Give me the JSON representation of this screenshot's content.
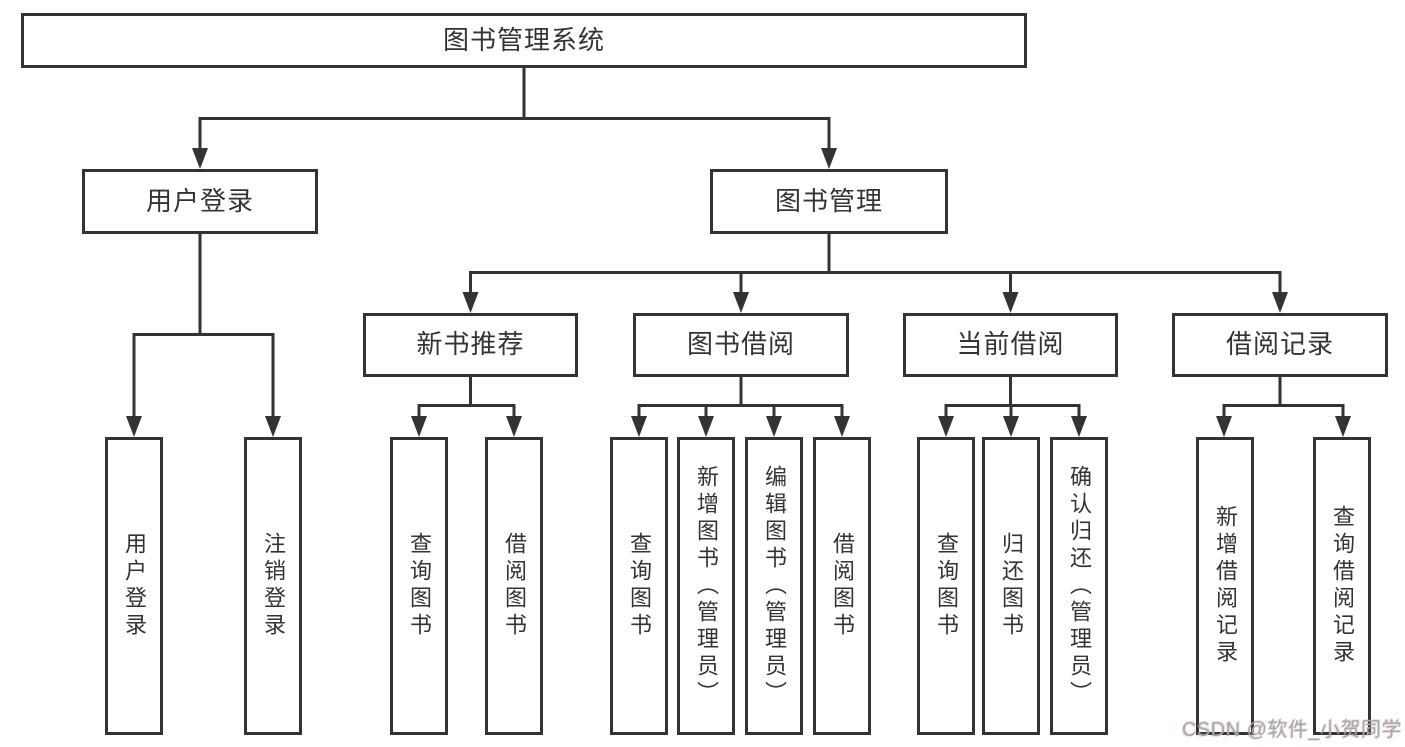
{
  "diagram_type": "hierarchy-tree",
  "colors": {
    "line": "#333333",
    "background": "#ffffff",
    "watermark_text": "#a8a8a8"
  },
  "tree": {
    "root": {
      "label": "图书管理系统",
      "children": [
        {
          "label": "用户登录",
          "children": [
            {
              "label": "用户登录"
            },
            {
              "label": "注销登录"
            }
          ]
        },
        {
          "label": "图书管理",
          "children": [
            {
              "label": "新书推荐",
              "children": [
                {
                  "label": "查询图书"
                },
                {
                  "label": "借阅图书"
                }
              ]
            },
            {
              "label": "图书借阅",
              "children": [
                {
                  "label": "查询图书"
                },
                {
                  "label": "新增图书（管理员）"
                },
                {
                  "label": "编辑图书（管理员）"
                },
                {
                  "label": "借阅图书"
                }
              ]
            },
            {
              "label": "当前借阅",
              "children": [
                {
                  "label": "查询图书"
                },
                {
                  "label": "归还图书"
                },
                {
                  "label": "确认归还（管理员）"
                }
              ]
            },
            {
              "label": "借阅记录",
              "children": [
                {
                  "label": "新增借阅记录"
                },
                {
                  "label": "查询借阅记录"
                }
              ]
            }
          ]
        }
      ]
    }
  },
  "watermark": {
    "text": "CSDN @软件_小贺同学"
  }
}
